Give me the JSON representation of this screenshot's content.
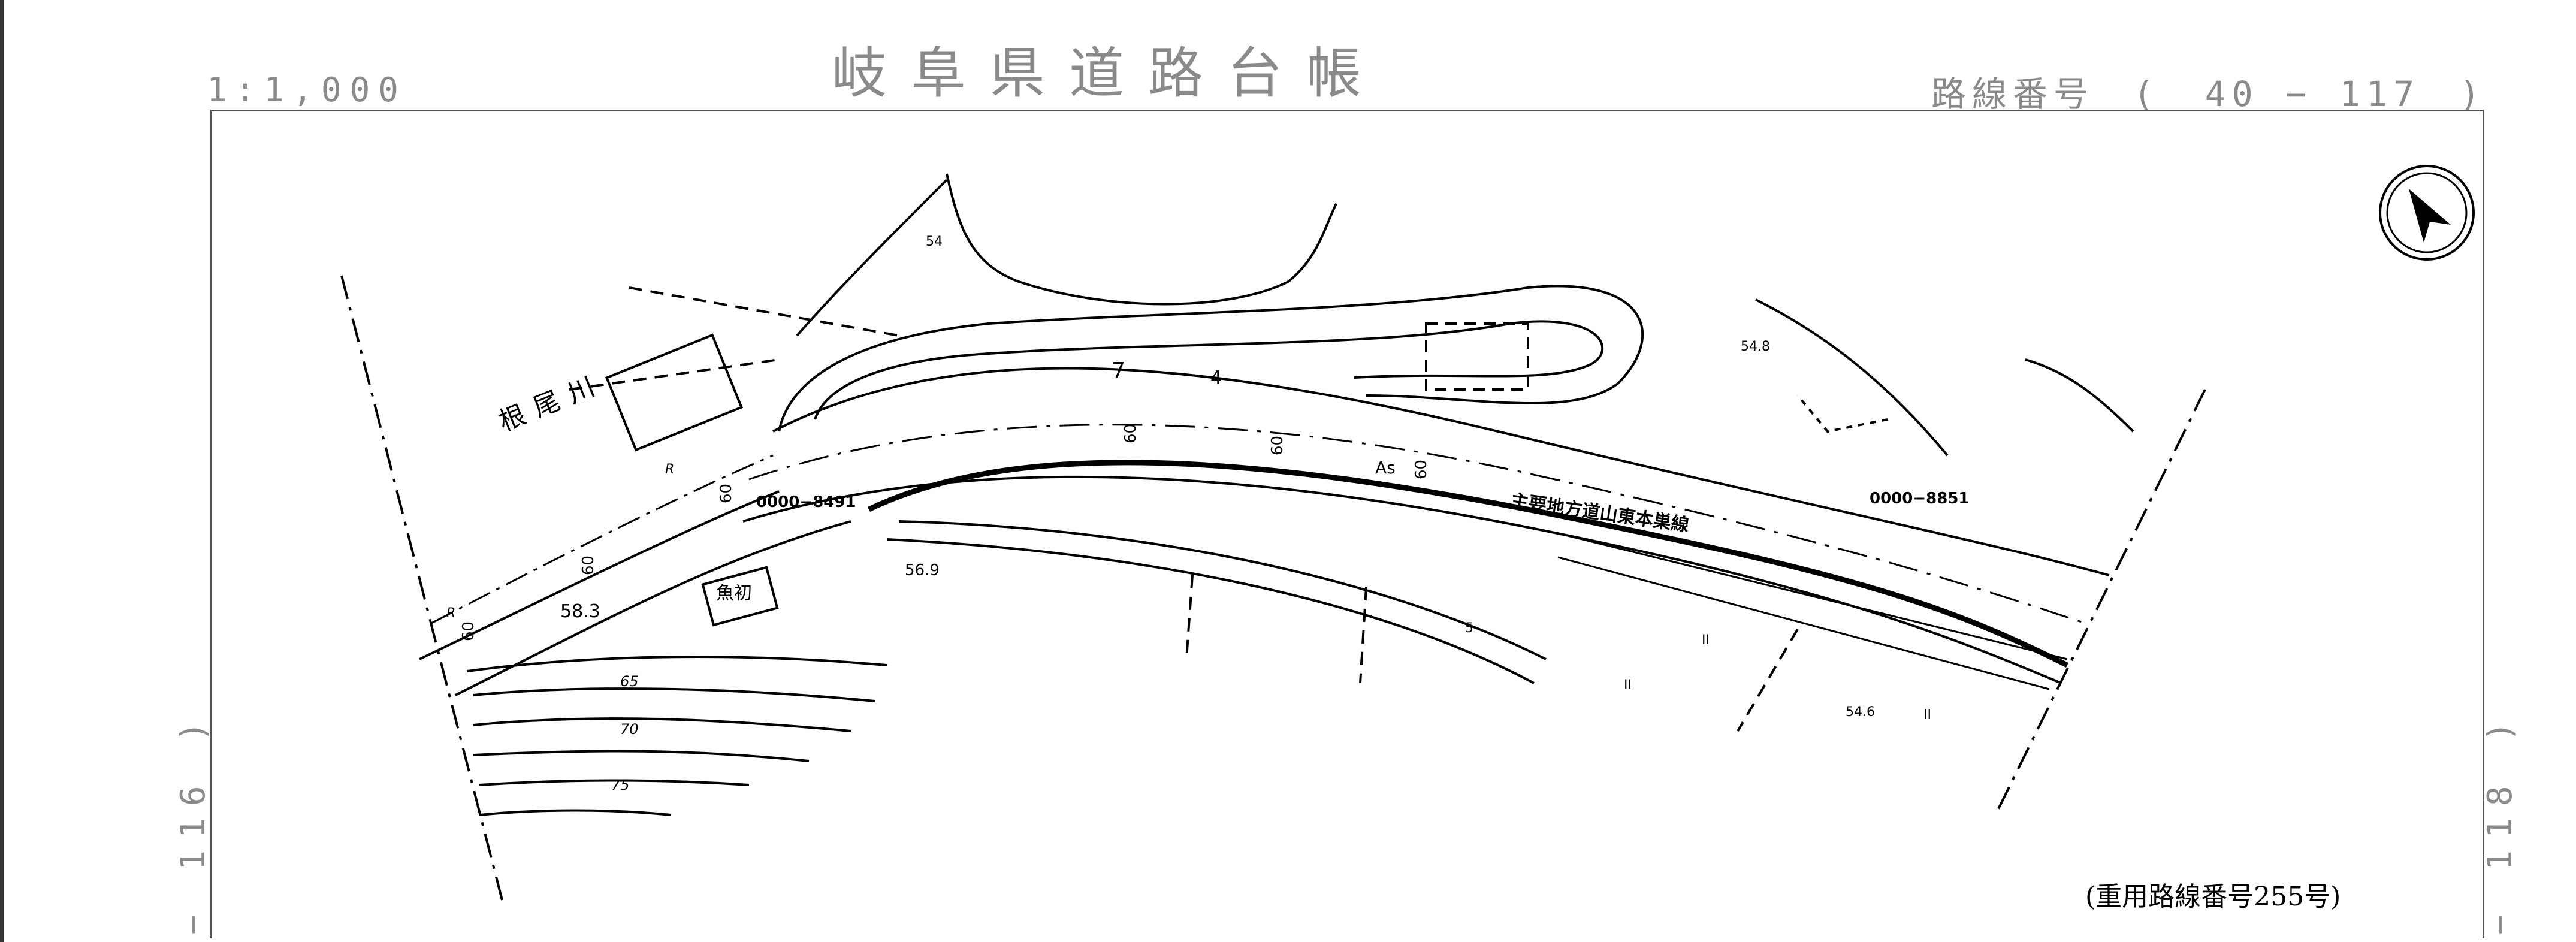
{
  "header": {
    "title": "岐阜県道路台帳",
    "scale": "1:1,000",
    "route_label": "路線番号",
    "route_open": "(",
    "route_number": "40 − 117",
    "route_close": ")"
  },
  "sheets": {
    "left": "− 116 )",
    "right": "− 118 )"
  },
  "map": {
    "road_name": "主要地方道山東本巣線",
    "river_name": "根尾川",
    "place_name": "魚初",
    "station_left": "0000−8491",
    "station_right": "0000−8851",
    "surface": "As",
    "elevations": [
      "58.3",
      "56.9",
      "54.8",
      "54.6",
      "54",
      "5"
    ],
    "contours": [
      "65",
      "70",
      "75"
    ],
    "widths": [
      "60",
      "60",
      "60",
      "60",
      "60",
      "60"
    ],
    "numbers": [
      "7",
      "4"
    ],
    "symbols": [
      "R",
      "R",
      "II",
      "II",
      "II"
    ]
  },
  "footer": {
    "note": "(重用路線番号255号)"
  },
  "compass": "north-arrow-icon"
}
